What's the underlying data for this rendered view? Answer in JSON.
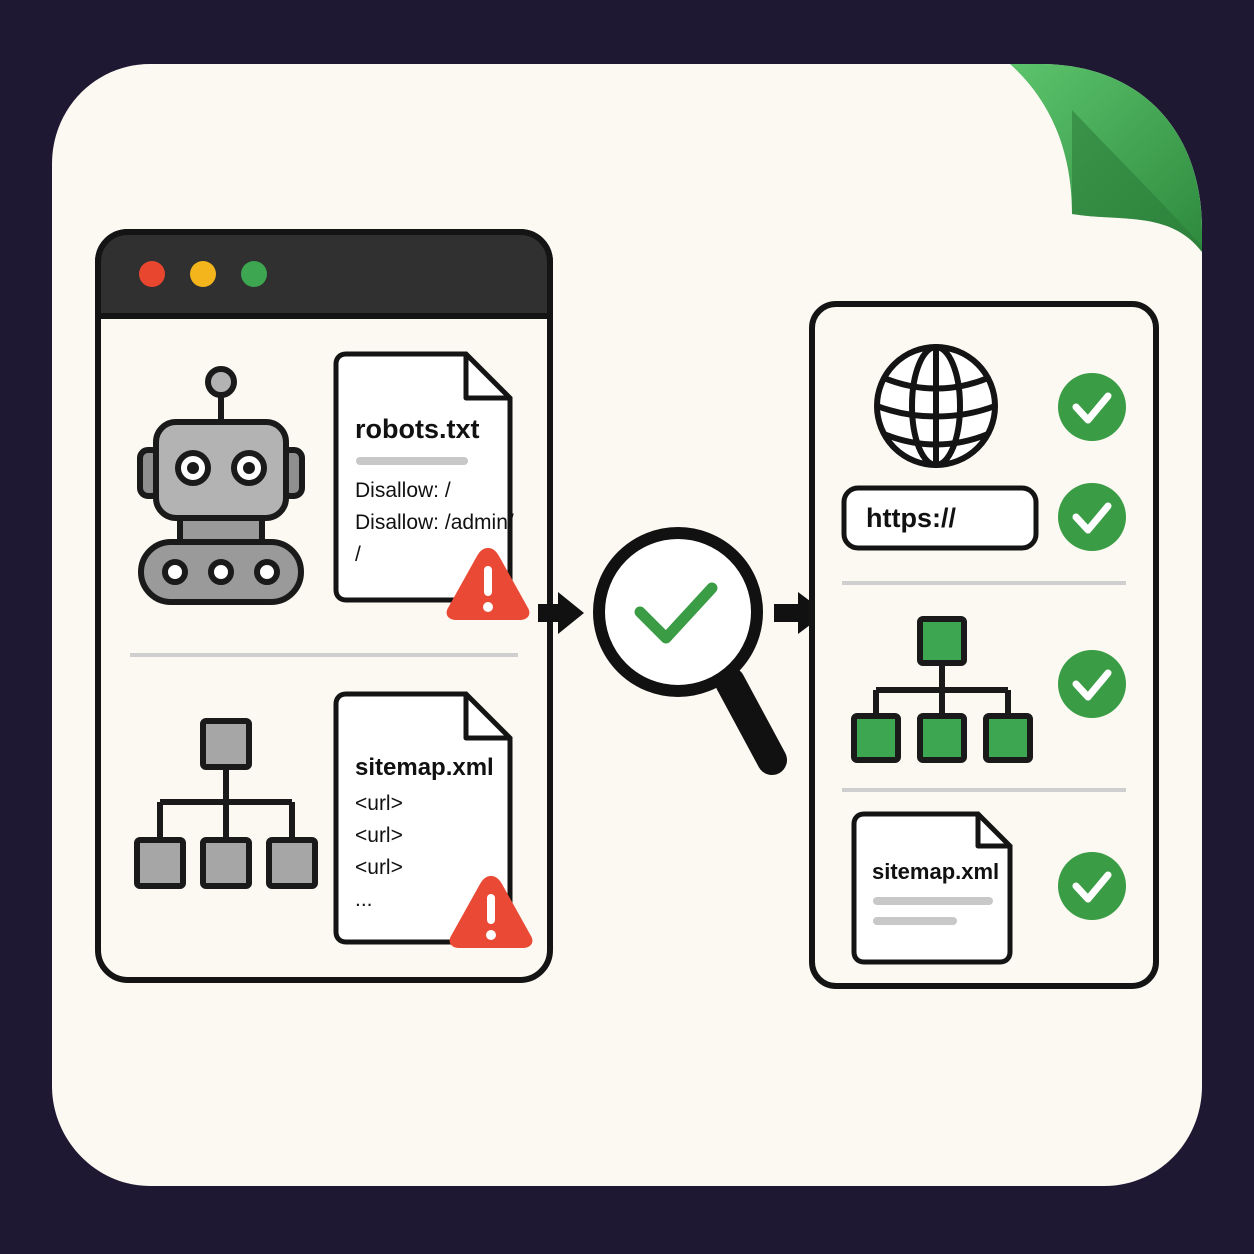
{
  "colors": {
    "background": "#1f1833",
    "card": "#fbf9f2",
    "corner_fold": "#3ca651",
    "window_bar": "#303030",
    "dot_red": "#e8462f",
    "dot_yellow": "#f4b41c",
    "dot_green": "#3ca651",
    "warning": "#ea4a35",
    "success": "#3a9c45",
    "node_gray": "#a6a6a6",
    "node_green": "#3ca651",
    "robot_gray": "#b3b3b3"
  },
  "left_panel": {
    "robots_file": {
      "title": "robots.txt",
      "lines": [
        "Disallow: /",
        "Disallow: /admin/",
        "/"
      ],
      "status_icon": "warning-icon"
    },
    "sitemap_file": {
      "title": "sitemap.xml",
      "lines": [
        "<url>",
        "<url>",
        "<url>",
        "..."
      ],
      "status_icon": "warning-icon"
    }
  },
  "center": {
    "icon": "magnifier-check-icon"
  },
  "right_panel": {
    "url_box": "https://",
    "sitemap_file": {
      "title": "sitemap.xml"
    },
    "checks": [
      "globe",
      "url",
      "site-tree",
      "sitemap"
    ]
  }
}
